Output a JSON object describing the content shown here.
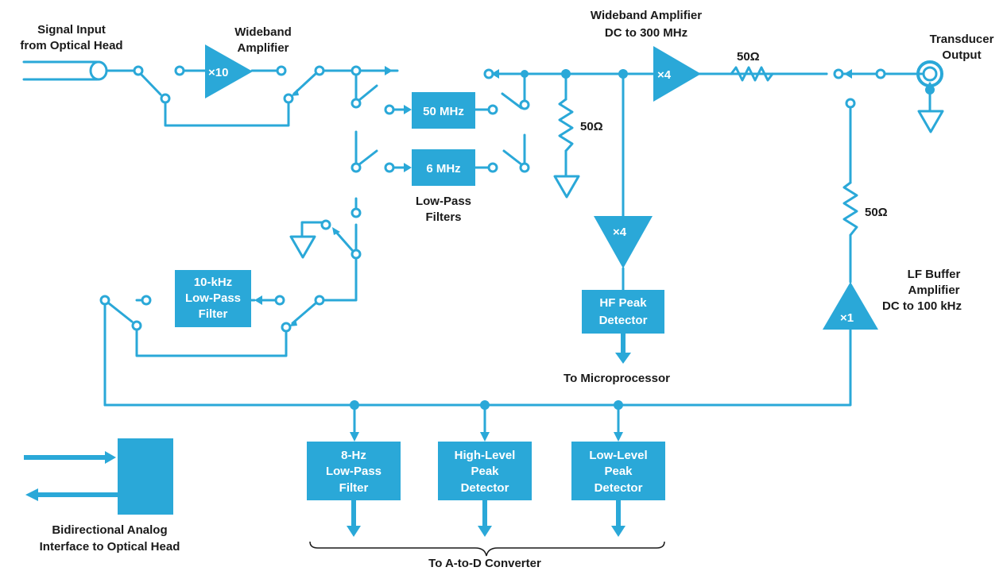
{
  "labels": {
    "signal_input": [
      "Signal Input",
      "from Optical Head"
    ],
    "wideband_amp_1": [
      "Wideband",
      "Amplifier"
    ],
    "wideband_amp_2": [
      "Wideband Amplifier",
      "DC to 300 MHz"
    ],
    "transducer_output": [
      "Transducer",
      "Output"
    ],
    "low_pass_filters": [
      "Low-Pass",
      "Filters"
    ],
    "lf_buffer": [
      "LF Buffer",
      "Amplifier",
      "DC to 100 kHz"
    ],
    "to_microprocessor": "To Microprocessor",
    "bidirectional": [
      "Bidirectional Analog",
      "Interface to Optical Head"
    ],
    "to_adc": "To A-to-D Converter"
  },
  "resistors": {
    "r_series": "50Ω",
    "r_shunt": "50Ω",
    "r_lf": "50Ω"
  },
  "amplifiers": {
    "amp_x10": "×10",
    "amp_wb_x4": "×4",
    "amp_hf_x4": "×4",
    "amp_lf_x1": "×1"
  },
  "blocks": {
    "filter_50mhz": [
      "50 MHz"
    ],
    "filter_6mhz": [
      "6 MHz"
    ],
    "filter_10khz": [
      "10-kHz",
      "Low-Pass",
      "Filter"
    ],
    "hf_peak": [
      "HF Peak",
      "Detector"
    ],
    "filter_8hz": [
      "8-Hz",
      "Low-Pass",
      "Filter"
    ],
    "high_peak": [
      "High-Level",
      "Peak",
      "Detector"
    ],
    "low_peak": [
      "Low-Level",
      "Peak",
      "Detector"
    ]
  },
  "colors": {
    "diagram": "#2aa8d8",
    "text": "#1a1a1a",
    "block_text": "#ffffff"
  }
}
